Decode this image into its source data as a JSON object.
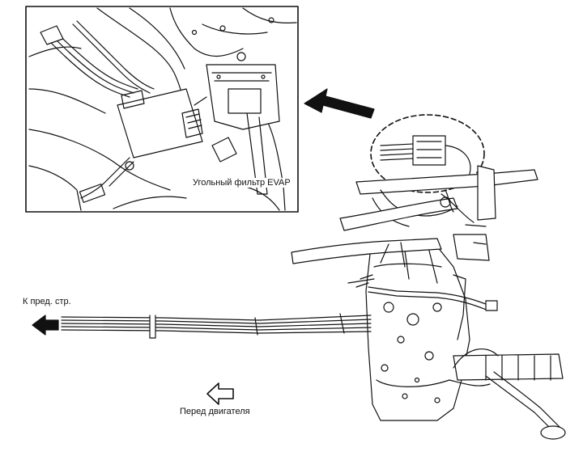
{
  "labels": {
    "evap_filter": "Угольный фильтр EVAP",
    "to_previous_page": "К пред. стр.",
    "engine_front": "Перед двигателя"
  },
  "colors": {
    "line": "#111111",
    "background": "#ffffff"
  }
}
